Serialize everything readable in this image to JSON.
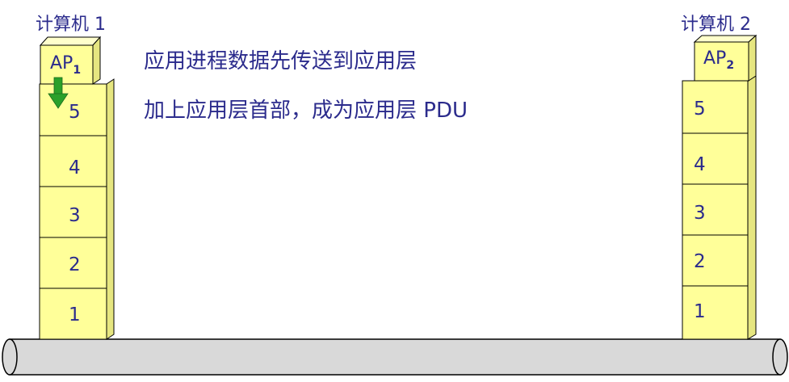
{
  "host1": {
    "title": "计算机 1",
    "ap_label": "AP",
    "ap_sub": "1",
    "layers": [
      "5",
      "4",
      "3",
      "2",
      "1"
    ]
  },
  "host2": {
    "title": "计算机 2",
    "ap_label": "AP",
    "ap_sub": "2",
    "layers": [
      "5",
      "4",
      "3",
      "2",
      "1"
    ]
  },
  "captions": {
    "line1": "应用进程数据先传送到应用层",
    "line2": "加上应用层首部，成为应用层 PDU"
  },
  "colors": {
    "block_fill": "#ffff99",
    "block_side": "#e6e680",
    "block_top": "#ffffcc",
    "text": "#2b2b8c",
    "arrow": "#2aa02a",
    "cable": "#d9d9d9"
  }
}
